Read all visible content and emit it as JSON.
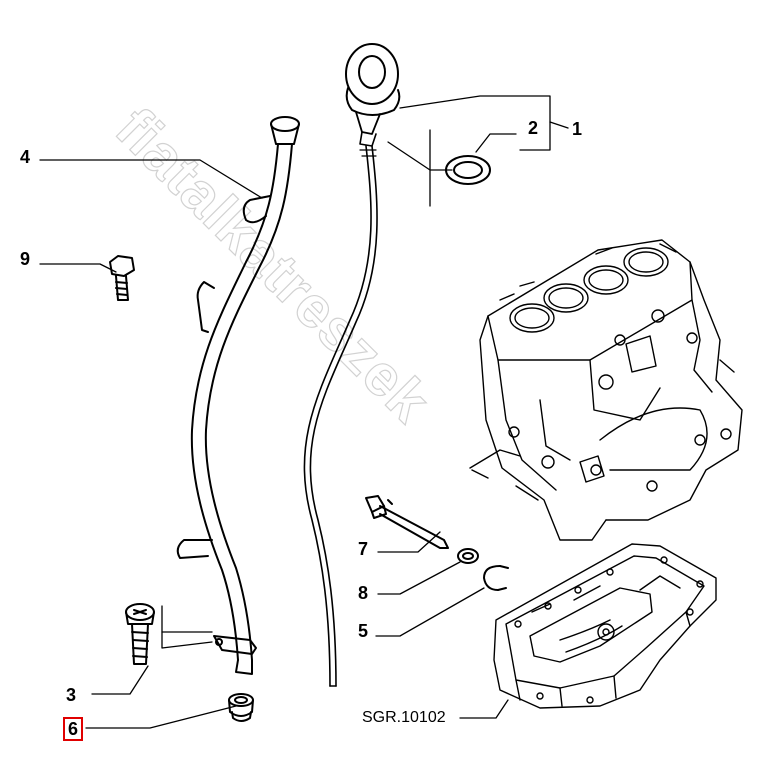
{
  "watermark": "fiatalkatreszek",
  "parts": [
    {
      "id": "part-1",
      "label": "1"
    },
    {
      "id": "part-2",
      "label": "2"
    },
    {
      "id": "part-3",
      "label": "3"
    },
    {
      "id": "part-4",
      "label": "4"
    },
    {
      "id": "part-5",
      "label": "5"
    },
    {
      "id": "part-6",
      "label": "6",
      "highlighted": true
    },
    {
      "id": "part-7",
      "label": "7"
    },
    {
      "id": "part-8",
      "label": "8"
    },
    {
      "id": "part-9",
      "label": "9"
    }
  ],
  "reference": "SGR.10102",
  "colors": {
    "line": "#000000",
    "highlight": "#e00000",
    "watermark": "#d2d2d2"
  }
}
